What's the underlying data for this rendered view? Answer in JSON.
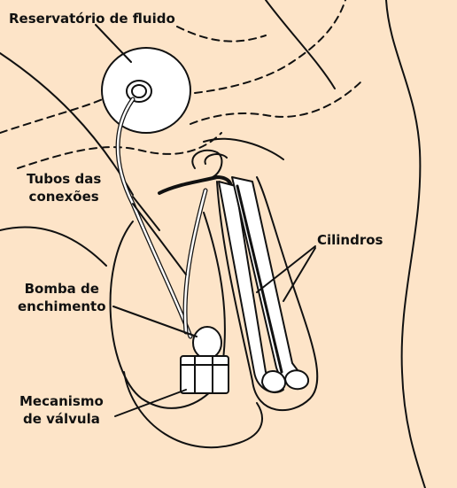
{
  "colors": {
    "skin": "#fde4c8",
    "line": "#111111",
    "device": "#ffffff"
  },
  "labels": {
    "reservoir": "Reservatório de fluido",
    "tubes_line1": "Tubos das",
    "tubes_line2": "conexões",
    "cylinders": "Cilindros",
    "pump_line1": "Bomba de",
    "pump_line2": "enchimento",
    "valve_line1": "Mecanismo",
    "valve_line2": "de válvula"
  }
}
